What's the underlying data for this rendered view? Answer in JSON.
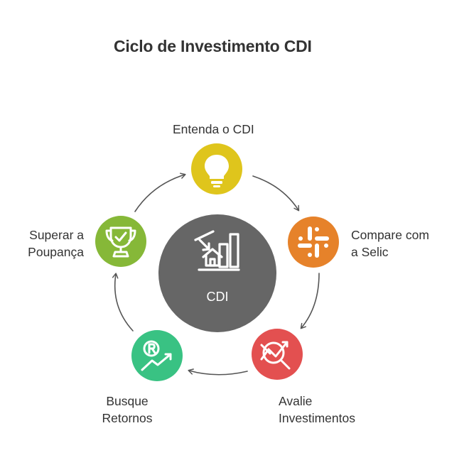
{
  "title": "Ciclo de Investimento CDI",
  "center": {
    "label": "CDI",
    "icon": "house-growth-chart-icon",
    "color": "#666666"
  },
  "steps": [
    {
      "lines": [
        "Entenda o CDI"
      ],
      "icon": "lightbulb-icon",
      "color": "#dfc51c"
    },
    {
      "lines": [
        "Compare com",
        "a Selic"
      ],
      "icon": "slack-hash-icon",
      "color": "#e6822a"
    },
    {
      "lines": [
        "Avalie",
        "Investimentos"
      ],
      "icon": "analysis-magnifier-icon",
      "color": "#e35050"
    },
    {
      "lines": [
        "Busque",
        "Retornos"
      ],
      "icon": "coin-growth-arrow-icon",
      "color": "#39c283"
    },
    {
      "lines": [
        "Superar a",
        "Poupança"
      ],
      "icon": "trophy-check-icon",
      "color": "#86b838"
    }
  ],
  "arrow_color": "#555555"
}
